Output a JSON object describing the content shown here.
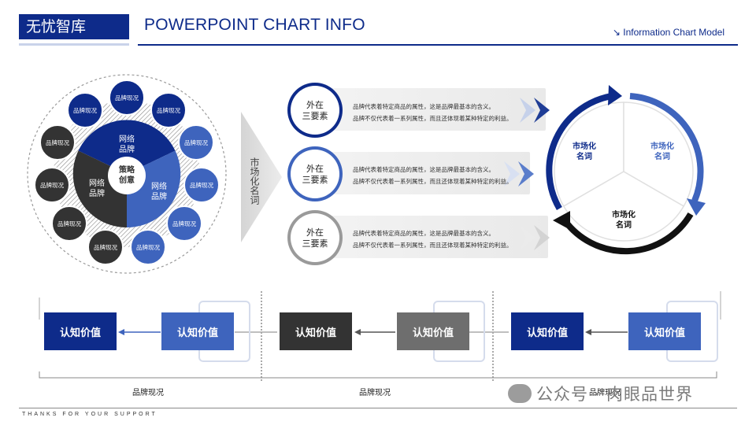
{
  "header": {
    "brand": "无忧智库",
    "title": "POWERPOINT CHART INFO",
    "subtitle": "Information Chart Model",
    "subtitle_icon": "arrow-down-right-icon"
  },
  "circle": {
    "center_label": "策略\n创意",
    "segment_top": "网络\n品牌",
    "segment_left": "网络\n品牌",
    "segment_right": "网络\n品牌",
    "satellites": [
      "品牌现况",
      "品牌现况",
      "品牌现况",
      "品牌现况",
      "品牌现况",
      "品牌现况",
      "品牌现况",
      "品牌现况",
      "品牌现况",
      "品牌现况"
    ],
    "colors": {
      "navy": "#0e2b8a",
      "blue": "#3e64bd",
      "dark": "#333333"
    }
  },
  "chevron_label": "市场化名词",
  "factors": [
    {
      "label": "外在\n三要素",
      "line1": "品牌代表着特定商品的属性，这是品牌最基本的含义。",
      "line2": "品牌不仅代表着一系列属性，而且还体现着某种特定的利益。",
      "color": "#0e2b8a"
    },
    {
      "label": "外在\n三要素",
      "line1": "品牌代表着特定商品的属性，这是品牌最基本的含义。",
      "line2": "品牌不仅代表着一系列属性，而且还体现着某种特定的利益。",
      "color": "#3e64bd"
    },
    {
      "label": "外在\n三要素",
      "line1": "品牌代表着特定商品的属性，这是品牌最基本的含义。",
      "line2": "品牌不仅代表着一系列属性，而且还体现着某种特定的利益。",
      "color": "#9a9a9a"
    }
  ],
  "cycle": {
    "left": "市场化\n名词",
    "right": "市场化\n名词",
    "bottom": "市场化\n名词",
    "colors": {
      "left": "#0e2b8a",
      "right": "#3e64bd",
      "bottom": "#111111"
    }
  },
  "bottom": {
    "boxes": [
      {
        "label": "认知价值",
        "color": "#0e2b8a"
      },
      {
        "label": "认知价值",
        "color": "#3e64bd"
      },
      {
        "label": "认知价值",
        "color": "#333333"
      },
      {
        "label": "认知价值",
        "color": "#6e6e6e"
      },
      {
        "label": "认知价值",
        "color": "#0e2b8a"
      },
      {
        "label": "认知价值",
        "color": "#3e64bd"
      }
    ],
    "groups": [
      "品牌现况",
      "品牌现况",
      "品牌现况"
    ]
  },
  "footer": {
    "tagline": "THANKS FOR YOUR SUPPORT",
    "watermark": "公众号 · 肉眼品世界"
  }
}
